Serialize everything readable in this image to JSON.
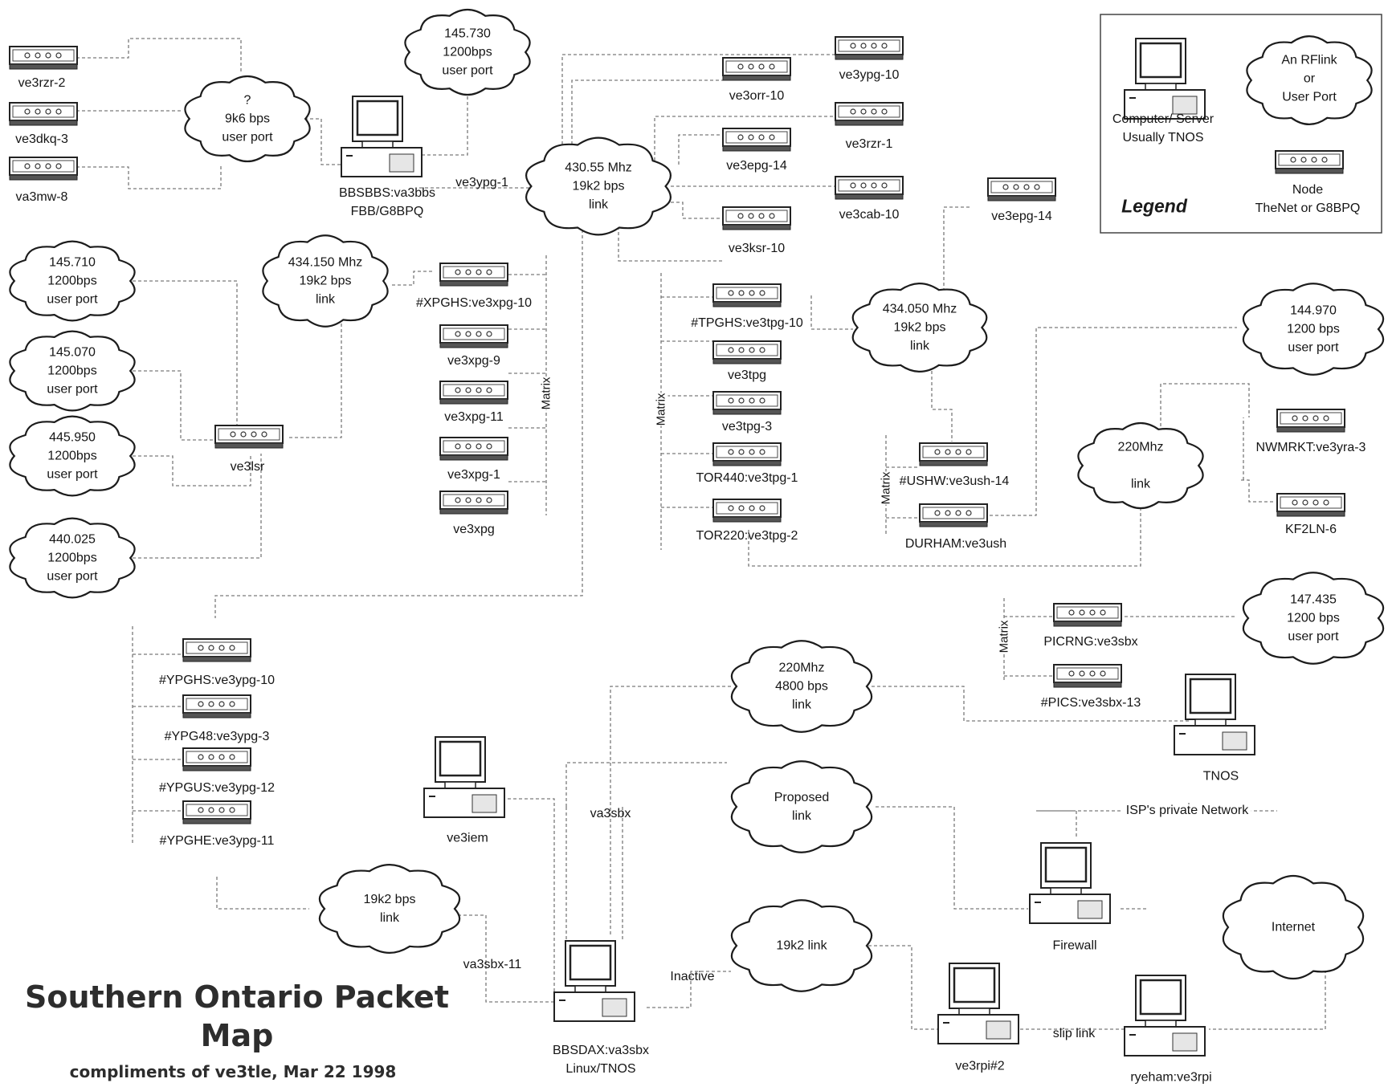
{
  "title": {
    "line1": "Southern Ontario Packet",
    "line2": "Map",
    "credit": "compliments of ve3tle, Mar 22 1998"
  },
  "legend": {
    "title": "Legend",
    "computer": [
      "Computer/ Server",
      "Usually TNOS"
    ],
    "cloud": [
      "An RFlink",
      "or",
      "User Port"
    ],
    "node": [
      "Node",
      "TheNet or G8BPQ"
    ]
  },
  "clouds": {
    "c9600": [
      "?",
      "9k6 bps",
      "user port"
    ],
    "c145730": [
      "145.730",
      "1200bps",
      "user port"
    ],
    "c43055": [
      "430.55 Mhz",
      "19k2 bps",
      "link"
    ],
    "c434150": [
      "434.150 Mhz",
      "19k2 bps",
      "link"
    ],
    "c145710": [
      "145.710",
      "1200bps",
      "user port"
    ],
    "c145070": [
      "145.070",
      "1200bps",
      "user port"
    ],
    "c445950": [
      "445.950",
      "1200bps",
      "user port"
    ],
    "c440025": [
      "440.025",
      "1200bps",
      "user port"
    ],
    "c434050": [
      "434.050  Mhz",
      "19k2 bps",
      "link"
    ],
    "c144970": [
      "144.970",
      "1200 bps",
      "user port"
    ],
    "c220a": [
      "220Mhz",
      "",
      "link"
    ],
    "c147435": [
      "147.435",
      "1200 bps",
      "user port"
    ],
    "c220b": [
      "220Mhz",
      "4800 bps",
      "link"
    ],
    "cproposed": [
      "Proposed",
      "link"
    ],
    "c19k2": [
      "19k2 bps",
      "link"
    ],
    "c19k2link": [
      "19k2 link"
    ],
    "cinternet": [
      "Internet"
    ]
  },
  "nodes": {
    "n_ve3rzr2": "ve3rzr-2",
    "n_ve3dkq3": "ve3dkq-3",
    "n_va3mw8": "va3mw-8",
    "n_ve3ypg10": "ve3ypg-10",
    "n_ve3orr10": "ve3orr-10",
    "n_ve3rzr1": "ve3rzr-1",
    "n_ve3epg14a": "ve3epg-14",
    "n_ve3cab10": "ve3cab-10",
    "n_ve3ksr10": "ve3ksr-10",
    "n_ve3epg14b": "ve3epg-14",
    "n_xpghs": "#XPGHS:ve3xpg-10",
    "n_ve3xpg9": "ve3xpg-9",
    "n_ve3xpg11": "ve3xpg-11",
    "n_ve3xpg1": "ve3xpg-1",
    "n_ve3xpg": "ve3xpg",
    "n_ve3lsr": "ve3lsr",
    "n_tpghs": "#TPGHS:ve3tpg-10",
    "n_ve3tpg": "ve3tpg",
    "n_ve3tpg3": "ve3tpg-3",
    "n_tor440": "TOR440:ve3tpg-1",
    "n_tor220": "TOR220:ve3tpg-2",
    "n_ushw": "#USHW:ve3ush-14",
    "n_durham": "DURHAM:ve3ush",
    "n_nwmrkt": "NWMRKT:ve3yra-3",
    "n_kf2ln6": "KF2LN-6",
    "n_picrng": "PICRNG:ve3sbx",
    "n_pics": "#PICS:ve3sbx-13",
    "n_ypghs": "#YPGHS:ve3ypg-10",
    "n_ypg48": "#YPG48:ve3ypg-3",
    "n_ypgus": "#YPGUS:ve3ypg-12",
    "n_ypghe": "#YPGHE:ve3ypg-11"
  },
  "computers": {
    "pc_bbsbbs": [
      "BBSBBS:va3bbs",
      "FBB/G8BPQ"
    ],
    "pc_ve3iem": [
      "ve3iem"
    ],
    "pc_bbsdax": [
      "BBSDAX:va3sbx",
      "Linux/TNOS"
    ],
    "pc_tnos": [
      "TNOS"
    ],
    "pc_firewall": [
      "Firewall"
    ],
    "pc_ve3rpi2": [
      "ve3rpi#2"
    ],
    "pc_ryeham": [
      "ryeham:ve3rpi"
    ]
  },
  "labels": {
    "ve3ypg1": "ve3ypg-1",
    "va3sbx": "va3sbx",
    "va3sbx11": "va3sbx-11",
    "inactive": "Inactive",
    "sliplink": "slip link",
    "isp": "ISP's private Network",
    "matrix": "Matrix"
  }
}
